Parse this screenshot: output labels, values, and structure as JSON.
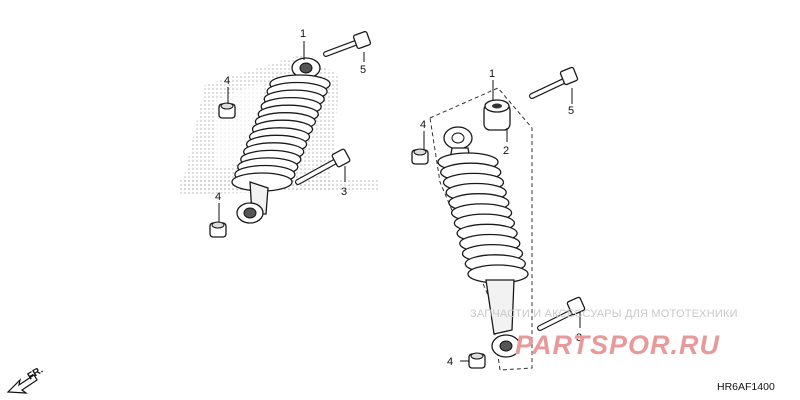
{
  "callouts": {
    "c1": "1",
    "c2": "1",
    "c3": "2",
    "c4": "3",
    "c5": "3",
    "c6": "4",
    "c7": "4",
    "c8": "4",
    "c9": "4",
    "c10": "5",
    "c11": "5"
  },
  "watermark": {
    "top_text": "ЗАПЧАСТИ И АКСЕССУАРЫ ДЛЯ МОТОТЕХНИКИ",
    "main_text": "PARTSPOR.RU"
  },
  "diagram_code": "HR6AF1400",
  "direction_label": "FR."
}
